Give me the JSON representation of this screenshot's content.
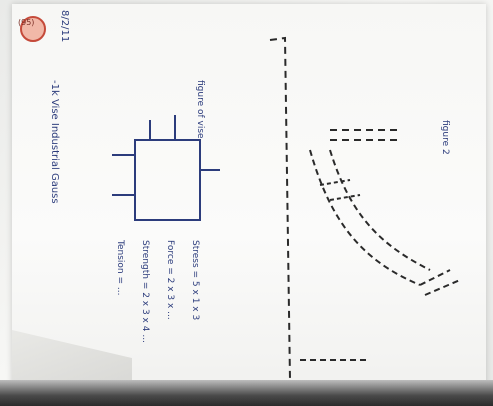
{
  "photo": {
    "subject": "hand-drawn sketch on paper",
    "labels": {
      "title_vertical": "-1k  Vise Industrial Gauss",
      "figure_label_1": "figure of vise",
      "figure_label_2": "figure 2",
      "calc_line_1": "Tension = ...",
      "calc_line_2": "Strength = 2 x 3 x 4 ...",
      "calc_line_3": "Force = 2 x 3 x ...",
      "calc_line_4": "Stress = 5 x 1 x 3",
      "corner_mark": "(95)",
      "date_mark": "8/2/11"
    }
  }
}
